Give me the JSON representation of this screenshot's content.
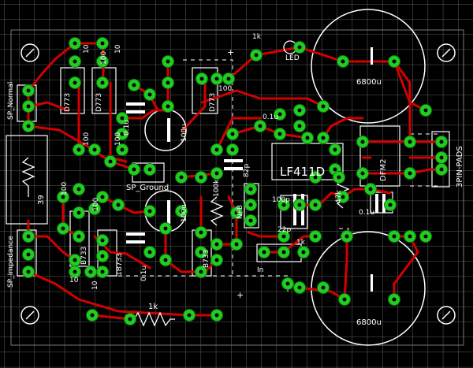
{
  "colors": {
    "background": "#000000",
    "grid": "#7a7a7a",
    "trace": "#d40000",
    "pad": "#22cc22",
    "silkscreen": "#ffffff"
  },
  "labels": {
    "sp_normal": "SP_Normal",
    "sp_impedance": "SP_Impedance",
    "sp_ground": "SP_Ground",
    "d773_a": "D773",
    "d773_b": "D773",
    "d773_c": "D773",
    "b733_a": "B733",
    "b733_b": "1B733",
    "b733_c": "B733",
    "r1k_top": "1k",
    "led": "LED",
    "cap_top": "6800u",
    "cap_bottom": "6800u",
    "opamp": "LF411D",
    "dfm": "DFM2",
    "pads": "3PIN-PADS",
    "c01u_top": "0.1u",
    "c01u_right": "0.1u",
    "c01u_left": "0.1u",
    "c01u_bottom": "0.1u",
    "c100u_top": "100u",
    "c100u_bottom": "100u",
    "r100_a": "100",
    "r100_b": "100",
    "r100_c": "100",
    "r100_d": "100",
    "r100_e": "100",
    "r100_f": "100",
    "r10_a": "10",
    "r10_b": "10",
    "r10_c": "10",
    "r10_d": "10",
    "r39": "39",
    "r100k": "100k",
    "r47k": "47k",
    "c100p": "100p",
    "c22p": "22p",
    "c82p": "82p",
    "nfb": "NFB",
    "in_label": "In",
    "r1k_mid": "1k",
    "r1k_bottom": "1k",
    "plus_sign": "+"
  }
}
